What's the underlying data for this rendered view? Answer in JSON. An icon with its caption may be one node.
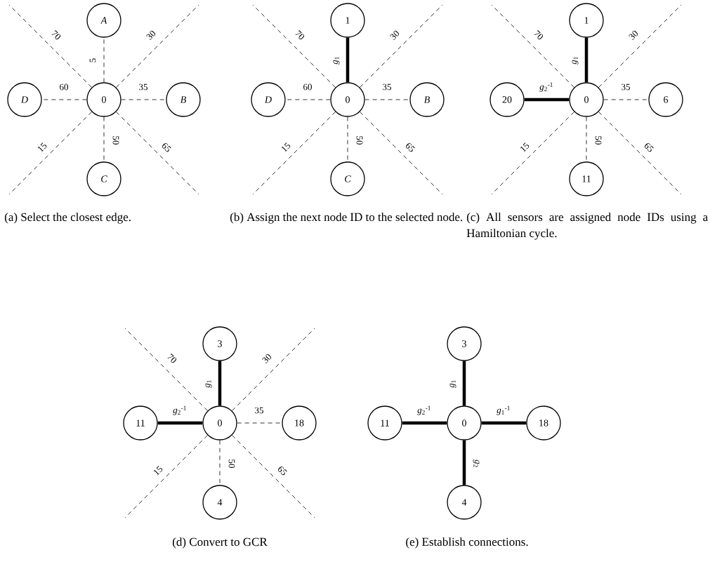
{
  "diagram": {
    "nodes": [
      {
        "text": [
          "A"
        ]
      },
      {
        "text": [
          "D"
        ]
      },
      {
        "text": [
          "0"
        ]
      },
      {
        "text": [
          "B"
        ]
      },
      {
        "text": [
          "C"
        ]
      },
      {
        "text": [
          "1"
        ]
      },
      {
        "text": [
          "D"
        ]
      },
      {
        "text": [
          "0"
        ]
      },
      {
        "text": [
          "B"
        ]
      },
      {
        "text": [
          "C"
        ]
      },
      {
        "text": [
          "1"
        ]
      },
      {
        "text": [
          "20"
        ]
      },
      {
        "text": [
          "0"
        ]
      },
      {
        "text": [
          "6"
        ]
      },
      {
        "text": [
          "11"
        ]
      },
      {
        "text": [
          "3"
        ]
      },
      {
        "text": [
          "11"
        ]
      },
      {
        "text": [
          "0"
        ]
      },
      {
        "text": [
          "18"
        ]
      },
      {
        "text": [
          "4"
        ]
      },
      {
        "text": [
          "3"
        ]
      },
      {
        "text": [
          "11"
        ]
      },
      {
        "text": [
          "0"
        ]
      },
      {
        "text": [
          "18"
        ]
      },
      {
        "text": [
          "4"
        ]
      }
    ],
    "edges": [
      {
        "from": 2,
        "to": 0,
        "arrow": "none",
        "style": "dashed",
        "label": "5"
      },
      {
        "from": 2,
        "to": 1,
        "arrow": "none",
        "style": "dashed",
        "label": "60"
      },
      {
        "from": 2,
        "to": 3,
        "arrow": "none",
        "style": "dashed",
        "label": "35"
      },
      {
        "from": 2,
        "to": 4,
        "arrow": "none",
        "style": "dashed",
        "label": "50"
      },
      {
        "from": 2,
        "to": null,
        "arrow": "none",
        "style": "dashed",
        "label": "70"
      },
      {
        "from": 2,
        "to": null,
        "arrow": "none",
        "style": "dashed",
        "label": "30"
      },
      {
        "from": 2,
        "to": null,
        "arrow": "none",
        "style": "dashed",
        "label": "15"
      },
      {
        "from": 2,
        "to": null,
        "arrow": "none",
        "style": "dashed",
        "label": "65"
      },
      {
        "from": 7,
        "to": 5,
        "arrow": "none",
        "style": "thick",
        "label": "*g*$_{1}$"
      },
      {
        "from": 7,
        "to": 6,
        "arrow": "none",
        "style": "dashed",
        "label": "60"
      },
      {
        "from": 7,
        "to": 8,
        "arrow": "none",
        "style": "dashed",
        "label": "35"
      },
      {
        "from": 7,
        "to": 9,
        "arrow": "none",
        "style": "dashed",
        "label": "50"
      },
      {
        "from": 7,
        "to": null,
        "arrow": "none",
        "style": "dashed",
        "label": "70"
      },
      {
        "from": 7,
        "to": null,
        "arrow": "none",
        "style": "dashed",
        "label": "30"
      },
      {
        "from": 7,
        "to": null,
        "arrow": "none",
        "style": "dashed",
        "label": "15"
      },
      {
        "from": 7,
        "to": null,
        "arrow": "none",
        "style": "dashed",
        "label": "65"
      },
      {
        "from": 12,
        "to": 10,
        "arrow": "none",
        "style": "thick",
        "label": "*g*$_{1}$"
      },
      {
        "from": 12,
        "to": 11,
        "arrow": "none",
        "style": "thick",
        "label": "*g*$_{2}$$^{-1}$"
      },
      {
        "from": 12,
        "to": 13,
        "arrow": "none",
        "style": "dashed",
        "label": "35"
      },
      {
        "from": 12,
        "to": 14,
        "arrow": "none",
        "style": "dashed",
        "label": "50"
      },
      {
        "from": 12,
        "to": null,
        "arrow": "none",
        "style": "dashed",
        "label": "70"
      },
      {
        "from": 12,
        "to": null,
        "arrow": "none",
        "style": "dashed",
        "label": "30"
      },
      {
        "from": 12,
        "to": null,
        "arrow": "none",
        "style": "dashed",
        "label": "15"
      },
      {
        "from": 12,
        "to": null,
        "arrow": "none",
        "style": "dashed",
        "label": "65"
      },
      {
        "from": 17,
        "to": 15,
        "arrow": "none",
        "style": "thick",
        "label": "*g*$_{1}$"
      },
      {
        "from": 17,
        "to": 16,
        "arrow": "none",
        "style": "thick",
        "label": "*g*$_{2}$$^{-1}$"
      },
      {
        "from": 17,
        "to": 18,
        "arrow": "none",
        "style": "dashed",
        "label": "35"
      },
      {
        "from": 17,
        "to": 19,
        "arrow": "none",
        "style": "dashed",
        "label": "50"
      },
      {
        "from": 17,
        "to": null,
        "arrow": "none",
        "style": "dashed",
        "label": "70"
      },
      {
        "from": 17,
        "to": null,
        "arrow": "none",
        "style": "dashed",
        "label": "30"
      },
      {
        "from": 17,
        "to": null,
        "arrow": "none",
        "style": "dashed",
        "label": "15"
      },
      {
        "from": 17,
        "to": null,
        "arrow": "none",
        "style": "dashed",
        "label": "65"
      },
      {
        "from": 22,
        "to": 20,
        "arrow": "none",
        "style": "thick",
        "label": "*g*$_{1}$"
      },
      {
        "from": 22,
        "to": 21,
        "arrow": "none",
        "style": "thick",
        "label": "*g*$_{2}$$^{-1}$"
      },
      {
        "from": 22,
        "to": 23,
        "arrow": "none",
        "style": "thick",
        "label": "*g*$_{1}$$^{-1}$"
      },
      {
        "from": 22,
        "to": 24,
        "arrow": "none",
        "style": "thick",
        "label": "*g*$_{2}$"
      }
    ],
    "labels": [
      "(a) Select the closest edge.",
      "(b) Assign the next node ID to the selected node.",
      "(c) All sensors are assigned node IDs using a Hamiltonian cycle.",
      "(d) Convert to GCR",
      "(e) Establish connections."
    ]
  }
}
